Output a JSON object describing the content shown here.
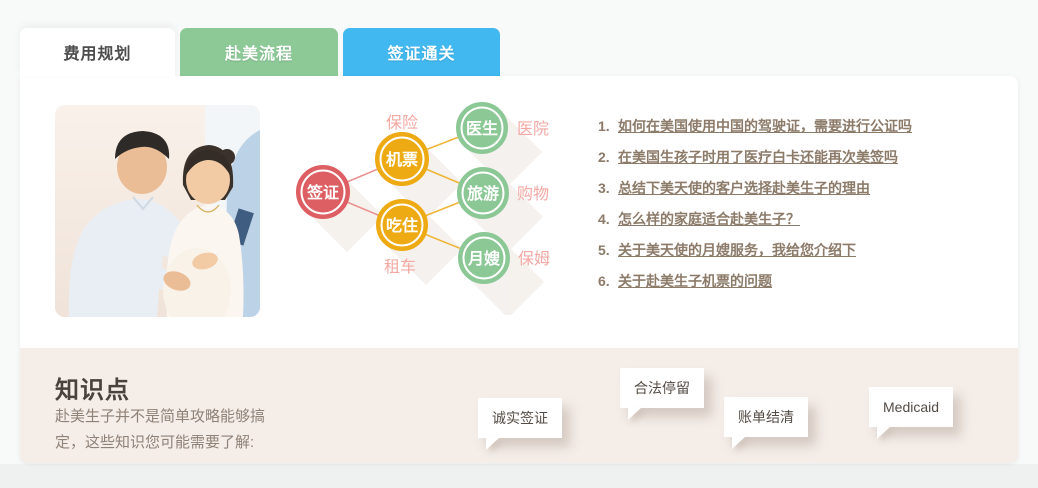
{
  "tabs": {
    "cost_planning": "费用规划",
    "usa_process": "赴美流程",
    "visa_customs": "签证通关"
  },
  "diagram": {
    "visa": "签证",
    "flight": "机票",
    "food_lodging": "吃住",
    "doctor": "医生",
    "travel": "旅游",
    "maternity_matron": "月嫂",
    "insurance": "保险",
    "car_rental": "租车",
    "hospital": "医院",
    "shopping": "购物",
    "babysitter": "保姆",
    "colors": {
      "red": "#dd5f63",
      "amber": "#edaa12",
      "green": "#8cc896",
      "pink": "#f3a8a2"
    }
  },
  "faq": {
    "items": [
      {
        "num": "1.",
        "text": "如何在美国使用中国的驾驶证，需要进行公证吗"
      },
      {
        "num": "2.",
        "text": "在美国生孩子时用了医疗白卡还能再次美签吗"
      },
      {
        "num": "3.",
        "text": "总结下美天使的客户选择赴美生子的理由"
      },
      {
        "num": "4.",
        "text": "怎么样的家庭适合赴美生子？"
      },
      {
        "num": "5.",
        "text": "关于美天使的月嫂服务，我给您介绍下"
      },
      {
        "num": "6.",
        "text": "关于赴美生子机票的问题"
      }
    ]
  },
  "knowledge": {
    "title": "知识点",
    "desc_line1": "赴美生子并不是简单攻略能够搞",
    "desc_line2": "定，这些知识您可能需要了解:",
    "bubbles": [
      "诚实签证",
      "合法停留",
      "账单结清",
      "Medicaid"
    ]
  },
  "panel_colors": {
    "tab_green": "#8cc997",
    "tab_blue": "#41b8f0",
    "knowledge_bg": "#f4ede8",
    "link_brown": "#8c7b69"
  }
}
